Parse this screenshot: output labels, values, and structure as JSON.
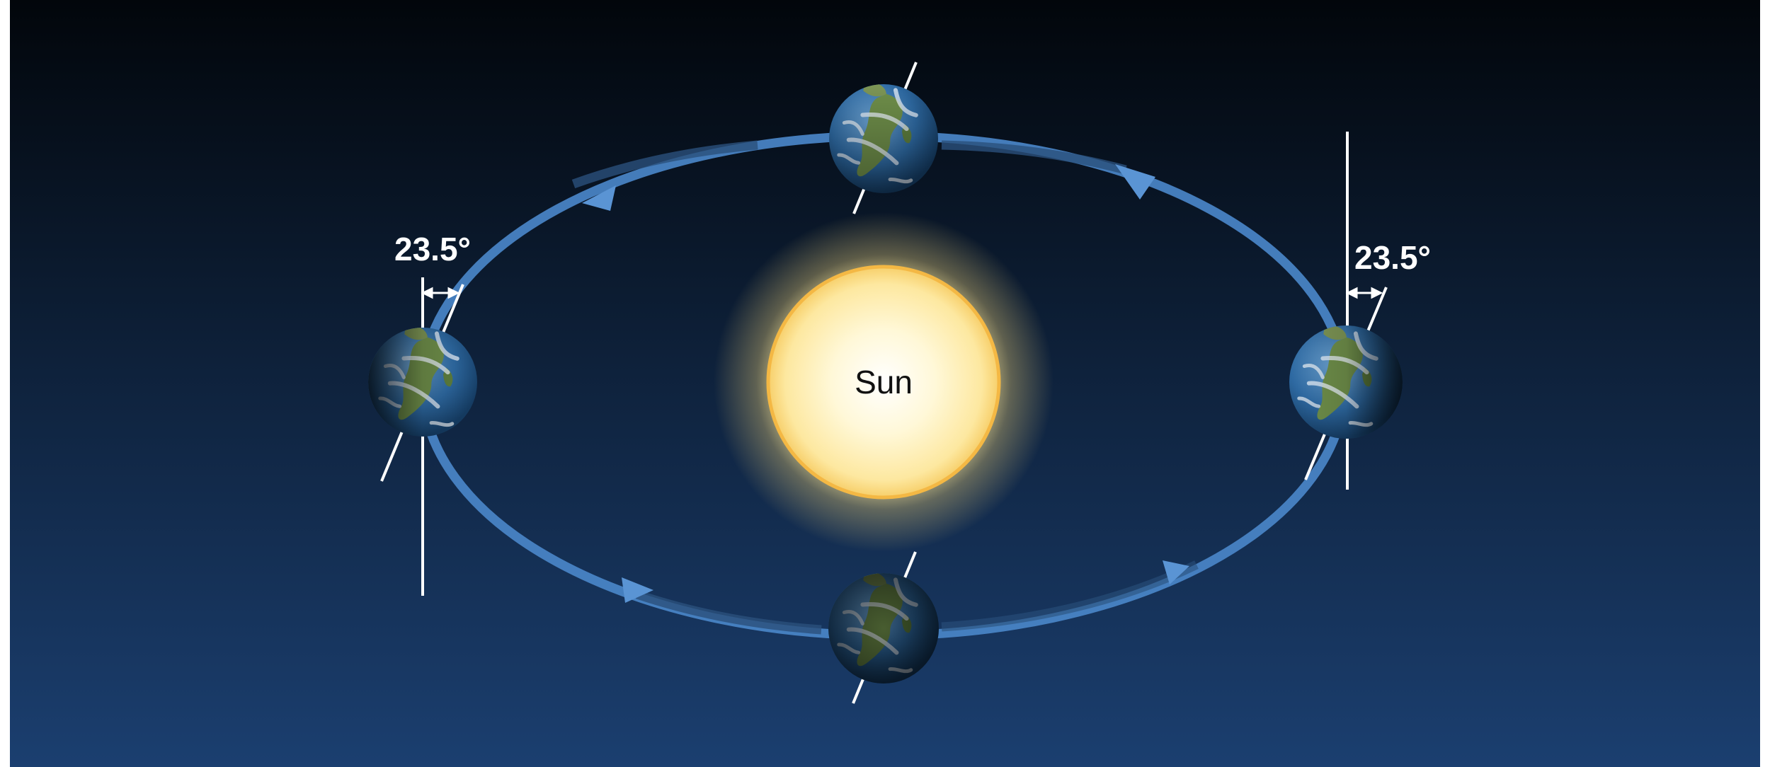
{
  "diagram": {
    "sun_label": "Sun",
    "tilt_label_left": "23.5°",
    "tilt_label_right": "23.5°"
  },
  "colors": {
    "sky_top": "#03070d",
    "sky_bottom": "#1a3d6e",
    "orbit": "#4a86c8",
    "sun_outer": "#f4b844",
    "sun_inner": "#fffbe6",
    "axis": "#ffffff"
  }
}
